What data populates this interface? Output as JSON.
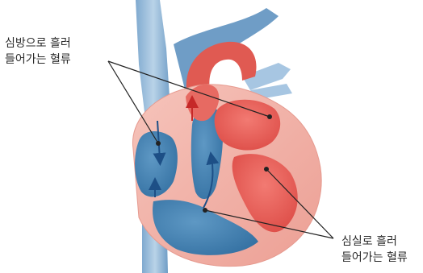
{
  "labels": {
    "top_left": {
      "line1": "심방으로 흘러",
      "line2": "들어가는 혈류"
    },
    "bottom_right": {
      "line1": "심실로 흘러",
      "line2": "들어가는 혈류"
    }
  },
  "colors": {
    "venous_blue": "#3f7fb0",
    "blue_light": "#8fb9d8",
    "arterial_red": "#e8544f",
    "red_light": "#f4a8a0",
    "muscle_pink": "#f3b6ad",
    "arrow_blue": "#1d4f86",
    "arrow_red": "#c62828",
    "leader_line": "#222222"
  }
}
